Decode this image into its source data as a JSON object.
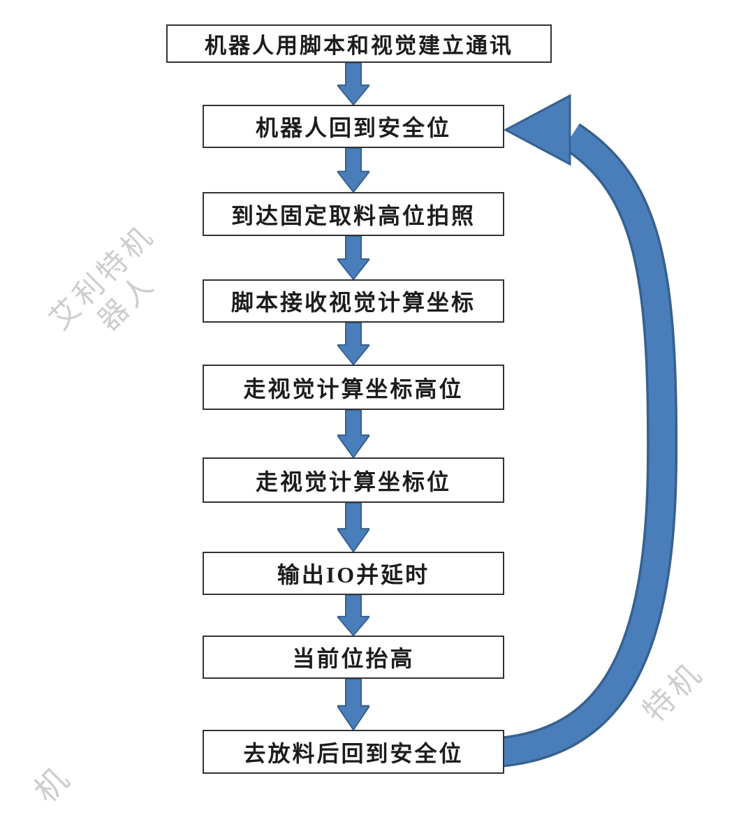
{
  "flowchart": {
    "steps": [
      {
        "label": "机器人用脚本和视觉建立通讯"
      },
      {
        "label": "机器人回到安全位"
      },
      {
        "label": "到达固定取料高位拍照"
      },
      {
        "label": "脚本接收视觉计算坐标"
      },
      {
        "label": "走视觉计算坐标高位"
      },
      {
        "label": "走视觉计算坐标位"
      },
      {
        "label": "输出IO并延时"
      },
      {
        "label": "当前位抬高"
      },
      {
        "label": "去放料后回到安全位"
      }
    ],
    "loop_back": {
      "from": "去放料后回到安全位",
      "to": "机器人回到安全位"
    },
    "colors": {
      "arrow_fill": "#4a7ebb",
      "arrow_outline": "#36618e",
      "box_border": "#333333",
      "box_text": "#1c1c1c"
    }
  },
  "watermarks": {
    "main_line1": "艾利特机",
    "main_line2": "器人",
    "bottom_right": "特机",
    "bottom_left": "机"
  }
}
